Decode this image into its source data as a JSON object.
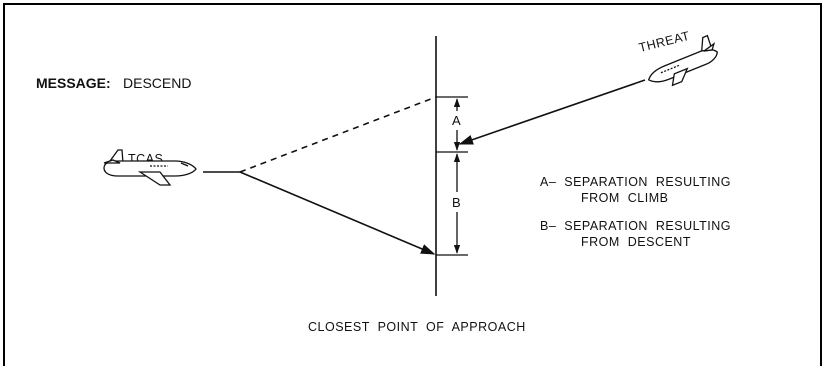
{
  "message": {
    "label": "MESSAGE:",
    "value": "DESCEND"
  },
  "aircraft": {
    "own": "TCAS",
    "intruder": "THREAT"
  },
  "dimensions": {
    "a": "A",
    "b": "B"
  },
  "legend": {
    "a_line1": "A–  SEPARATION  RESULTING",
    "a_line2": "FROM  CLIMB",
    "b_line1": "B–  SEPARATION  RESULTING",
    "b_line2": "FROM  DESCENT"
  },
  "caption": "CLOSEST  POINT  OF  APPROACH",
  "icons": [
    "tcas-aircraft-icon",
    "threat-aircraft-icon"
  ],
  "colors": {
    "ink": "#111111",
    "background": "#ffffff"
  }
}
